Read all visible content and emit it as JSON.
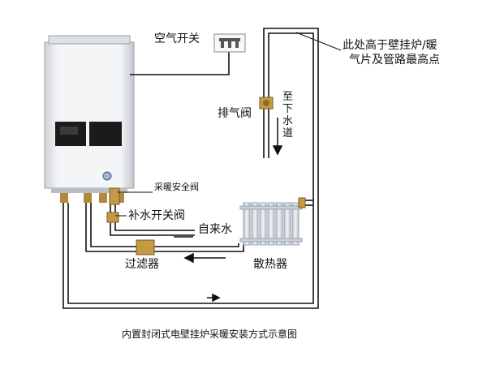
{
  "labels": {
    "air_switch": "空气开关",
    "highest_point_line1": "此处高于壁挂炉/暖",
    "highest_point_line2": "气片及管路最高点",
    "exhaust_valve": "排气阀",
    "to_drain": "至下水道",
    "safety_valve": "采暖安全阀",
    "refill_valve": "补水开关阀",
    "tap_water": "自来水",
    "filter": "过滤器",
    "radiator": "散热器",
    "caption": "内置封闭式电壁挂炉采暖安装方式示意图"
  },
  "colors": {
    "pipe": "#111111",
    "boiler_body": "#eef0f2",
    "boiler_shade": "#cfd3d8",
    "panel": "#1b1b1b",
    "radiator": "#dfe4ea"
  }
}
